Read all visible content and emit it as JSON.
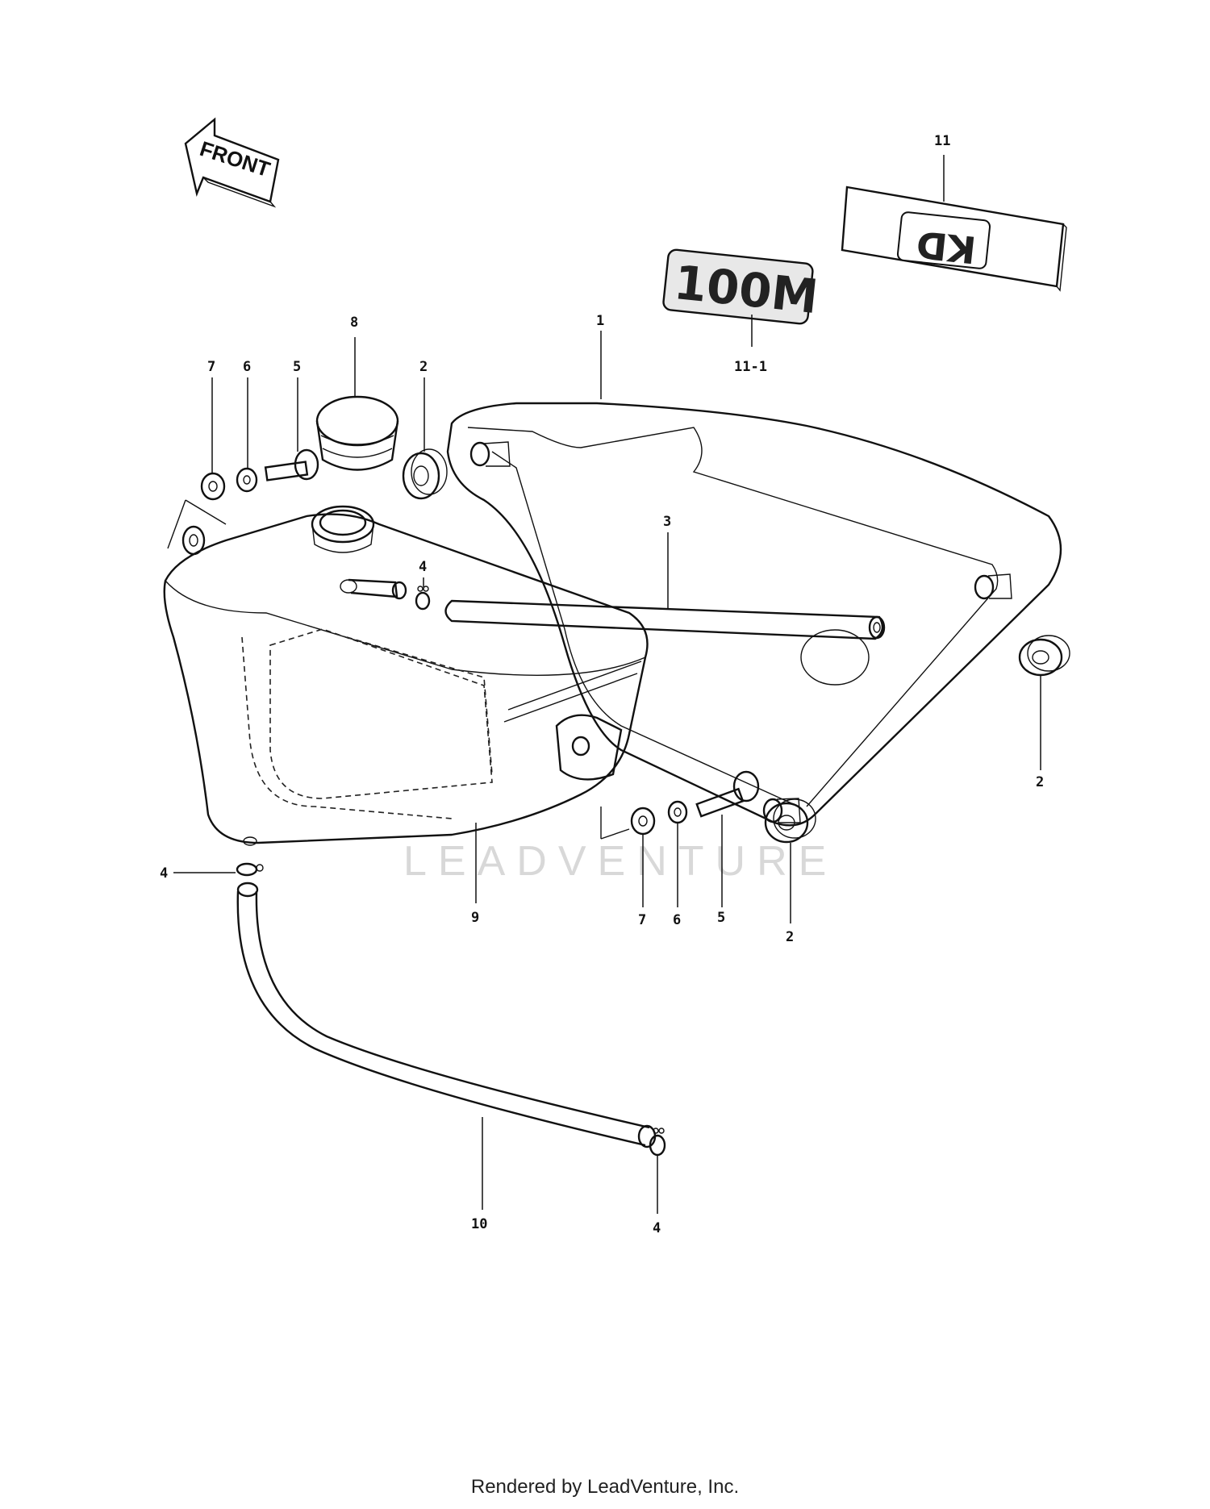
{
  "diagram": {
    "front_label": "FRONT",
    "logo_text_top": "KD",
    "logo_text_bottom": "100M",
    "watermark": "LEADVENTURE",
    "callouts": {
      "c11": "11",
      "c11_1": "11-1",
      "c1": "1",
      "c8": "8",
      "c7a": "7",
      "c6a": "6",
      "c5a": "5",
      "c2a": "2",
      "c3": "3",
      "c4a": "4",
      "c2b": "2",
      "c4b": "4",
      "c9": "9",
      "c7b": "7",
      "c6b": "6",
      "c5b": "5",
      "c2c": "2",
      "c10": "10",
      "c4c": "4"
    }
  },
  "footer": {
    "text": "Rendered by LeadVenture, Inc."
  }
}
